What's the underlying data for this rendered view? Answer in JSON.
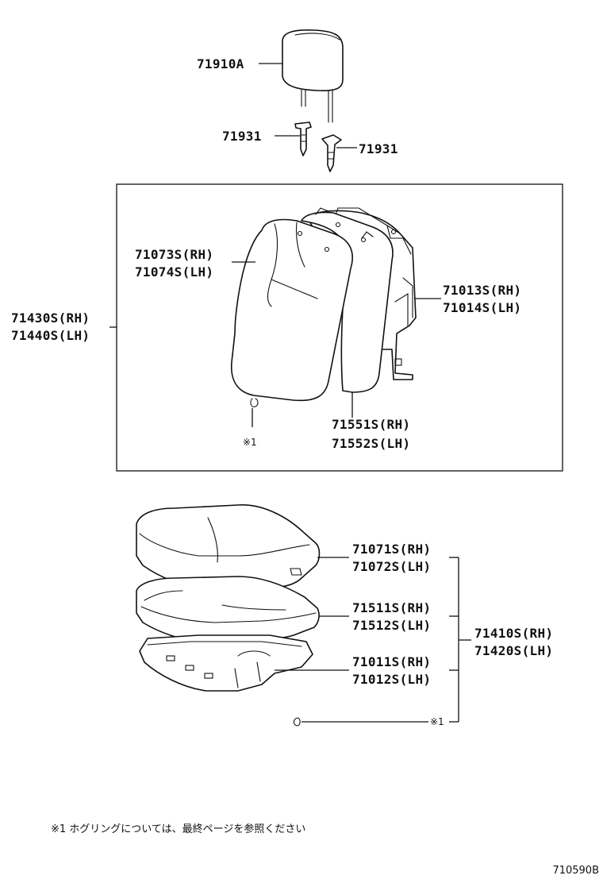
{
  "diagram": {
    "headrest": {
      "part_no": "71910A"
    },
    "headrest_support_left": {
      "part_no": "71931"
    },
    "headrest_support_right": {
      "part_no": "71931"
    },
    "seatback_assembly": {
      "part_no_rh": "71430S(RH)",
      "part_no_lh": "71440S(LH)"
    },
    "seatback_cover": {
      "part_no_rh": "71073S(RH)",
      "part_no_lh": "71074S(LH)"
    },
    "seatback_frame": {
      "part_no_rh": "71013S(RH)",
      "part_no_lh": "71014S(LH)"
    },
    "seatback_pad": {
      "part_no_rh": "71551S(RH)",
      "part_no_lh": "71552S(LH)"
    },
    "seatback_hog_ring": {
      "ref_mark": "※1"
    },
    "cushion_assembly": {
      "part_no_rh": "71410S(RH)",
      "part_no_lh": "71420S(LH)"
    },
    "cushion_cover": {
      "part_no_rh": "71071S(RH)",
      "part_no_lh": "71072S(LH)"
    },
    "cushion_pad": {
      "part_no_rh": "71511S(RH)",
      "part_no_lh": "71512S(LH)"
    },
    "cushion_frame": {
      "part_no_rh": "71011S(RH)",
      "part_no_lh": "71012S(LH)"
    },
    "cushion_hog_ring": {
      "ref_mark": "※1"
    },
    "footnote": "※1 ホグリングについては、最終ページを参照ください",
    "diagram_id": "710590B"
  }
}
